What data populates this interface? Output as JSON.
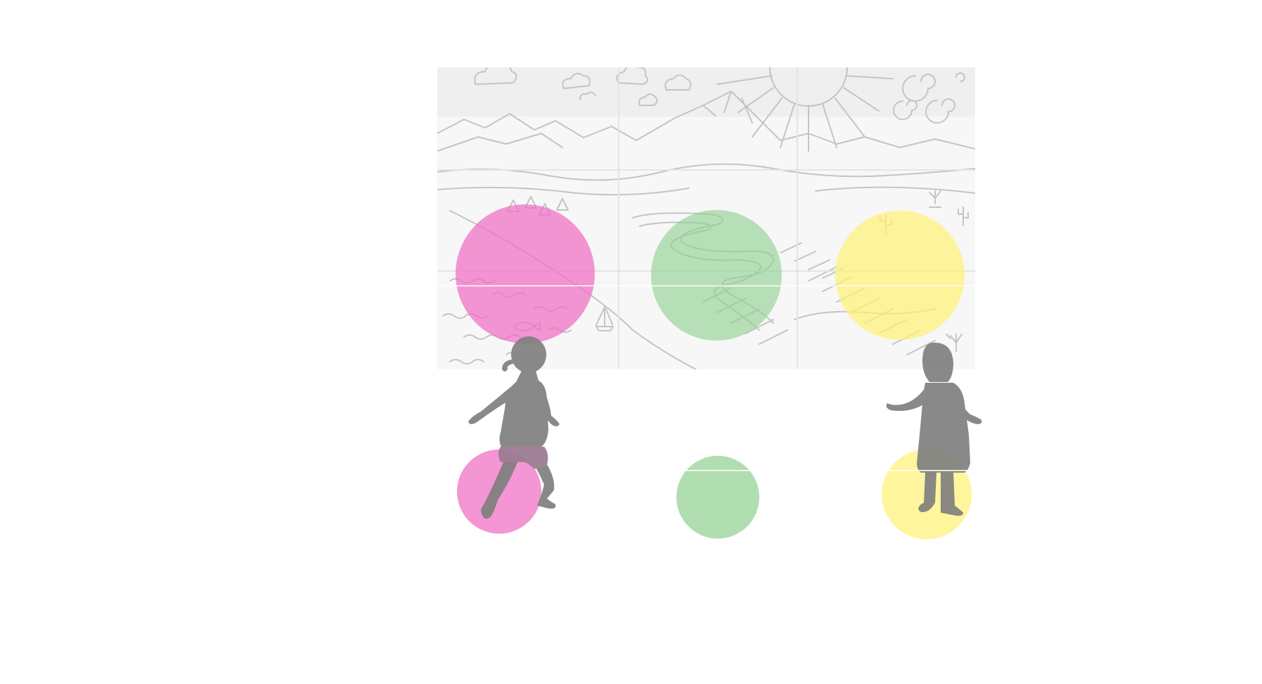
{
  "scene": {
    "mural": {
      "panel_columns": 3,
      "panel_rows": 3,
      "motifs": [
        "clouds",
        "mountains",
        "sun",
        "swirl-wind",
        "river",
        "sea-waves",
        "sailboat",
        "fish",
        "trees",
        "cactus",
        "shrubs"
      ]
    },
    "zones": [
      {
        "id": "sea",
        "color": "#f06ec4"
      },
      {
        "id": "river",
        "color": "#8fd08f"
      },
      {
        "id": "desert",
        "color": "#fff176"
      }
    ],
    "figures": [
      {
        "id": "child-running",
        "color": "#7f7f7f"
      },
      {
        "id": "child-standing",
        "color": "#7f7f7f"
      }
    ],
    "colors": {
      "background": "#ffffff",
      "sketch_paper": "#f7f7f7",
      "sketch_line": "#c4c4c4",
      "panel_seam": "#e4e4e4"
    }
  }
}
